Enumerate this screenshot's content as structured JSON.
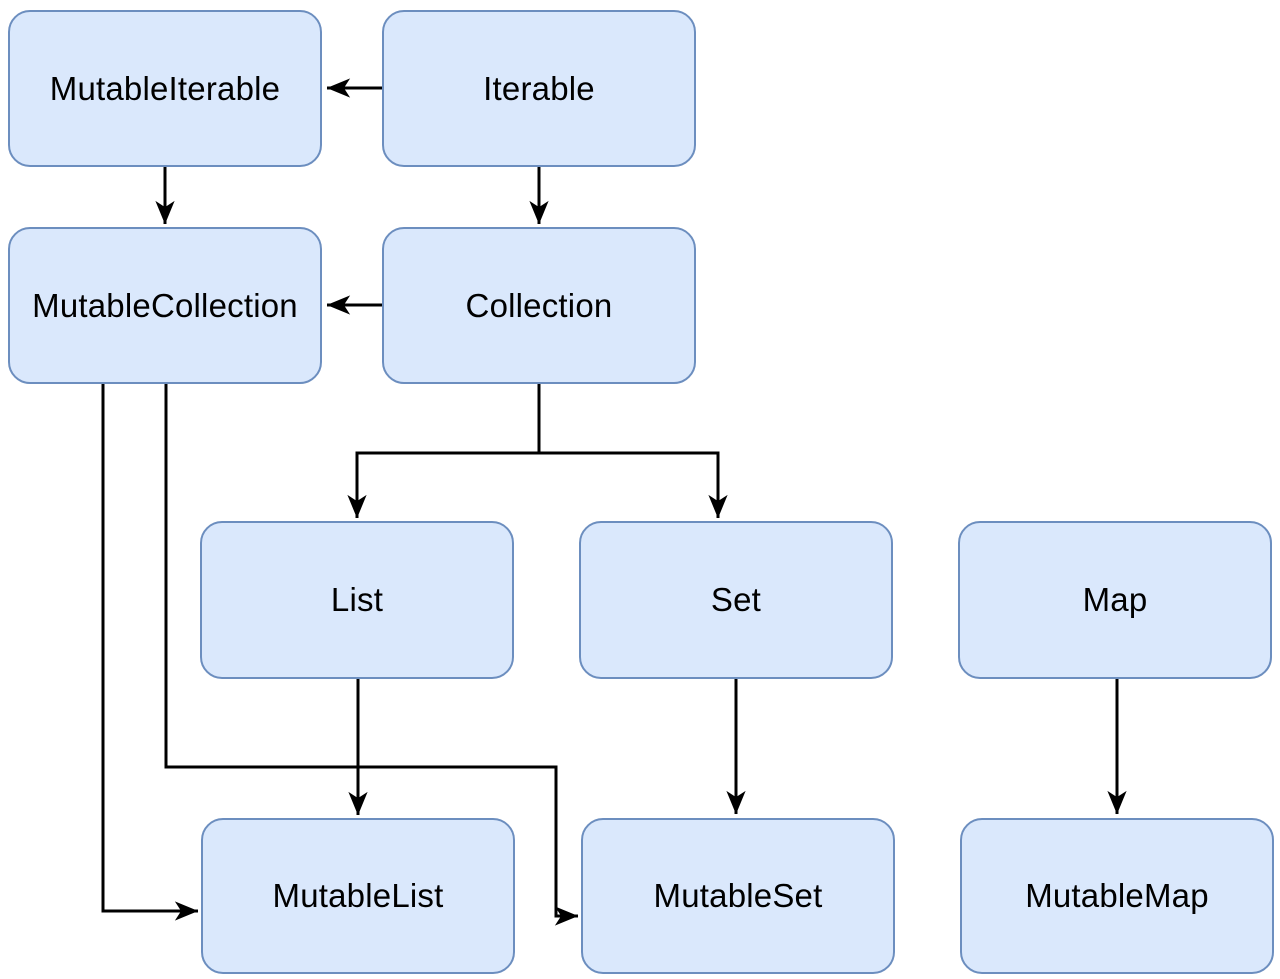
{
  "colors": {
    "background": "#ffffff",
    "node_fill": "#dae8fc",
    "node_stroke": "#6c8ebf",
    "edge": "#000000",
    "text": "#000000"
  },
  "nodes": [
    {
      "id": "mutable-iterable",
      "label": "MutableIterable"
    },
    {
      "id": "iterable",
      "label": "Iterable"
    },
    {
      "id": "mutable-collection",
      "label": "MutableCollection"
    },
    {
      "id": "collection",
      "label": "Collection"
    },
    {
      "id": "list",
      "label": "List"
    },
    {
      "id": "set",
      "label": "Set"
    },
    {
      "id": "map",
      "label": "Map"
    },
    {
      "id": "mutable-list",
      "label": "MutableList"
    },
    {
      "id": "mutable-set",
      "label": "MutableSet"
    },
    {
      "id": "mutable-map",
      "label": "MutableMap"
    }
  ],
  "edges": [
    {
      "from": "Iterable",
      "to": "MutableIterable"
    },
    {
      "from": "MutableIterable",
      "to": "MutableCollection"
    },
    {
      "from": "Iterable",
      "to": "Collection"
    },
    {
      "from": "Collection",
      "to": "MutableCollection"
    },
    {
      "from": "Collection",
      "to": "List"
    },
    {
      "from": "Collection",
      "to": "Set"
    },
    {
      "from": "List",
      "to": "MutableList"
    },
    {
      "from": "Set",
      "to": "MutableSet"
    },
    {
      "from": "Map",
      "to": "MutableMap"
    },
    {
      "from": "MutableCollection",
      "to": "MutableList"
    },
    {
      "from": "MutableCollection",
      "to": "MutableSet"
    }
  ]
}
